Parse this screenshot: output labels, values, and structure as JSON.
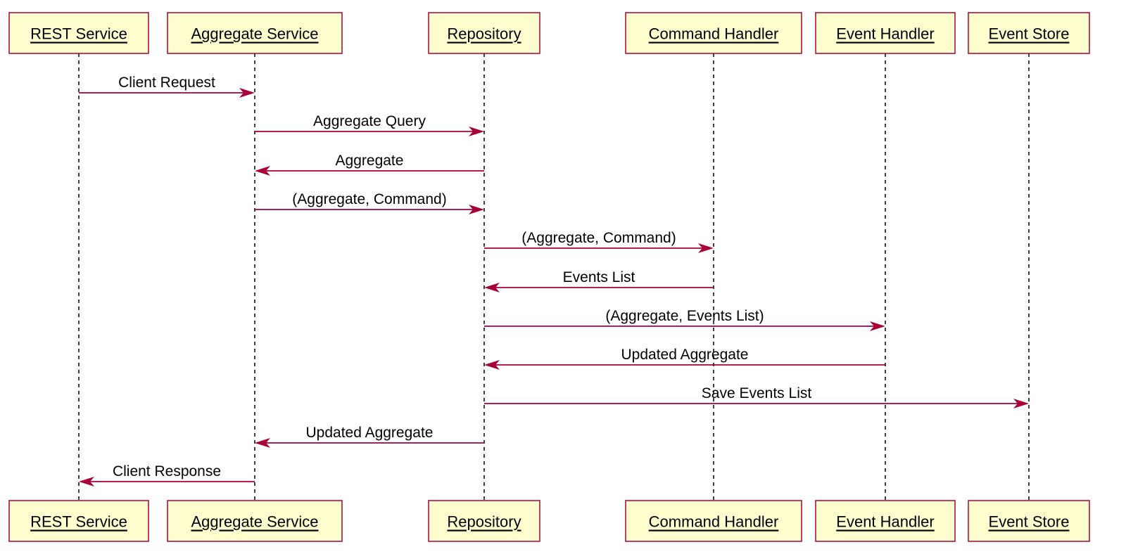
{
  "participants": [
    {
      "id": "rest",
      "label": "REST Service"
    },
    {
      "id": "agg",
      "label": "Aggregate Service"
    },
    {
      "id": "repo",
      "label": "Repository"
    },
    {
      "id": "cmd",
      "label": "Command Handler"
    },
    {
      "id": "evt",
      "label": "Event Handler"
    },
    {
      "id": "store",
      "label": "Event Store"
    }
  ],
  "messages": [
    {
      "from": "rest",
      "to": "agg",
      "label": "Client Request"
    },
    {
      "from": "agg",
      "to": "repo",
      "label": "Aggregate Query"
    },
    {
      "from": "repo",
      "to": "agg",
      "label": "Aggregate"
    },
    {
      "from": "agg",
      "to": "repo",
      "label": "(Aggregate, Command)"
    },
    {
      "from": "repo",
      "to": "cmd",
      "label": "(Aggregate, Command)"
    },
    {
      "from": "cmd",
      "to": "repo",
      "label": "Events List"
    },
    {
      "from": "repo",
      "to": "evt",
      "label": "(Aggregate, Events List)"
    },
    {
      "from": "evt",
      "to": "repo",
      "label": "Updated Aggregate"
    },
    {
      "from": "repo",
      "to": "store",
      "label": "Save Events List"
    },
    {
      "from": "repo",
      "to": "agg",
      "label": "Updated Aggregate"
    },
    {
      "from": "agg",
      "to": "rest",
      "label": "Client Response"
    }
  ],
  "colors": {
    "box_fill": "#FEFECE",
    "box_border": "#A80036",
    "arrow": "#A80036",
    "lifeline": "#000000"
  }
}
